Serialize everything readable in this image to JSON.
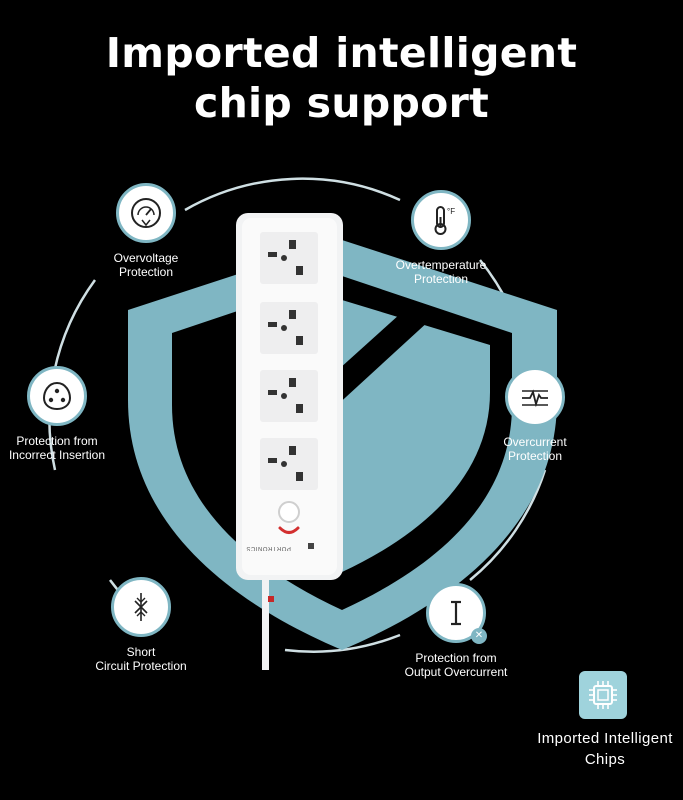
{
  "title": {
    "line1": "Imported intelligent",
    "line2": "chip support"
  },
  "features": [
    {
      "icon": "gauge-icon",
      "line1": "Overvoltage",
      "line2": "Protection"
    },
    {
      "icon": "thermometer-icon",
      "line1": "Overtemperature",
      "line2": "Protection"
    },
    {
      "icon": "socket-pins-icon",
      "line1": "Protection from",
      "line2": "Incorrect Insertion"
    },
    {
      "icon": "waveform-icon",
      "line1": "Overcurrent",
      "line2": "Protection"
    },
    {
      "icon": "short-circuit-icon",
      "line1": "Short",
      "line2": "Circuit Protection"
    },
    {
      "icon": "current-x-icon",
      "line1": "Protection from",
      "line2": "Output Overcurrent"
    }
  ],
  "thermometer_unit": "°F",
  "product_brand": "PORTRONICS",
  "chip": {
    "icon": "chip-icon",
    "line1": "Imported Intelligent",
    "line2": "Chips"
  },
  "colors": {
    "background": "#000000",
    "shield": "#7fb6c3",
    "ring": "#cfdfe3",
    "switch_indicator": "#d32f2f"
  }
}
